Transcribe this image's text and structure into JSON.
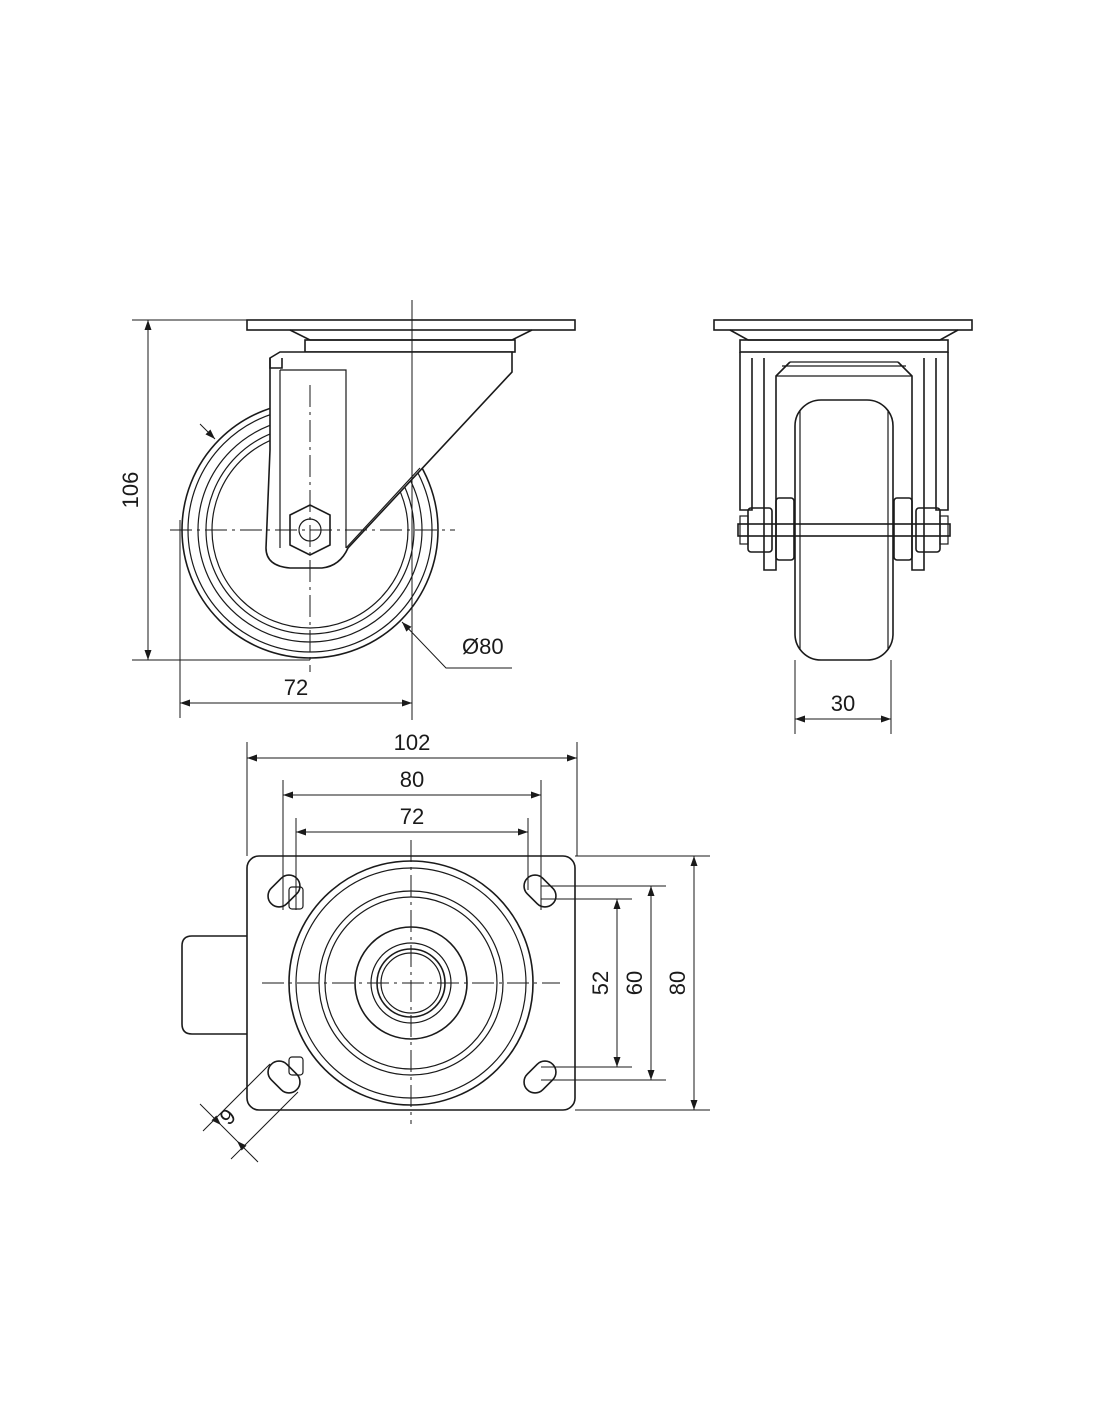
{
  "side_view": {
    "height_label": "106",
    "offset_label": "72",
    "diameter_label": "Ø80"
  },
  "front_view": {
    "width_label": "30"
  },
  "top_view": {
    "plate_width_label": "102",
    "hole_outer_label": "80",
    "hole_inner_label": "72",
    "hole_inner_v_label": "52",
    "hole_outer_v_label": "60",
    "plate_height_label": "80",
    "slot_width_label": "9"
  }
}
